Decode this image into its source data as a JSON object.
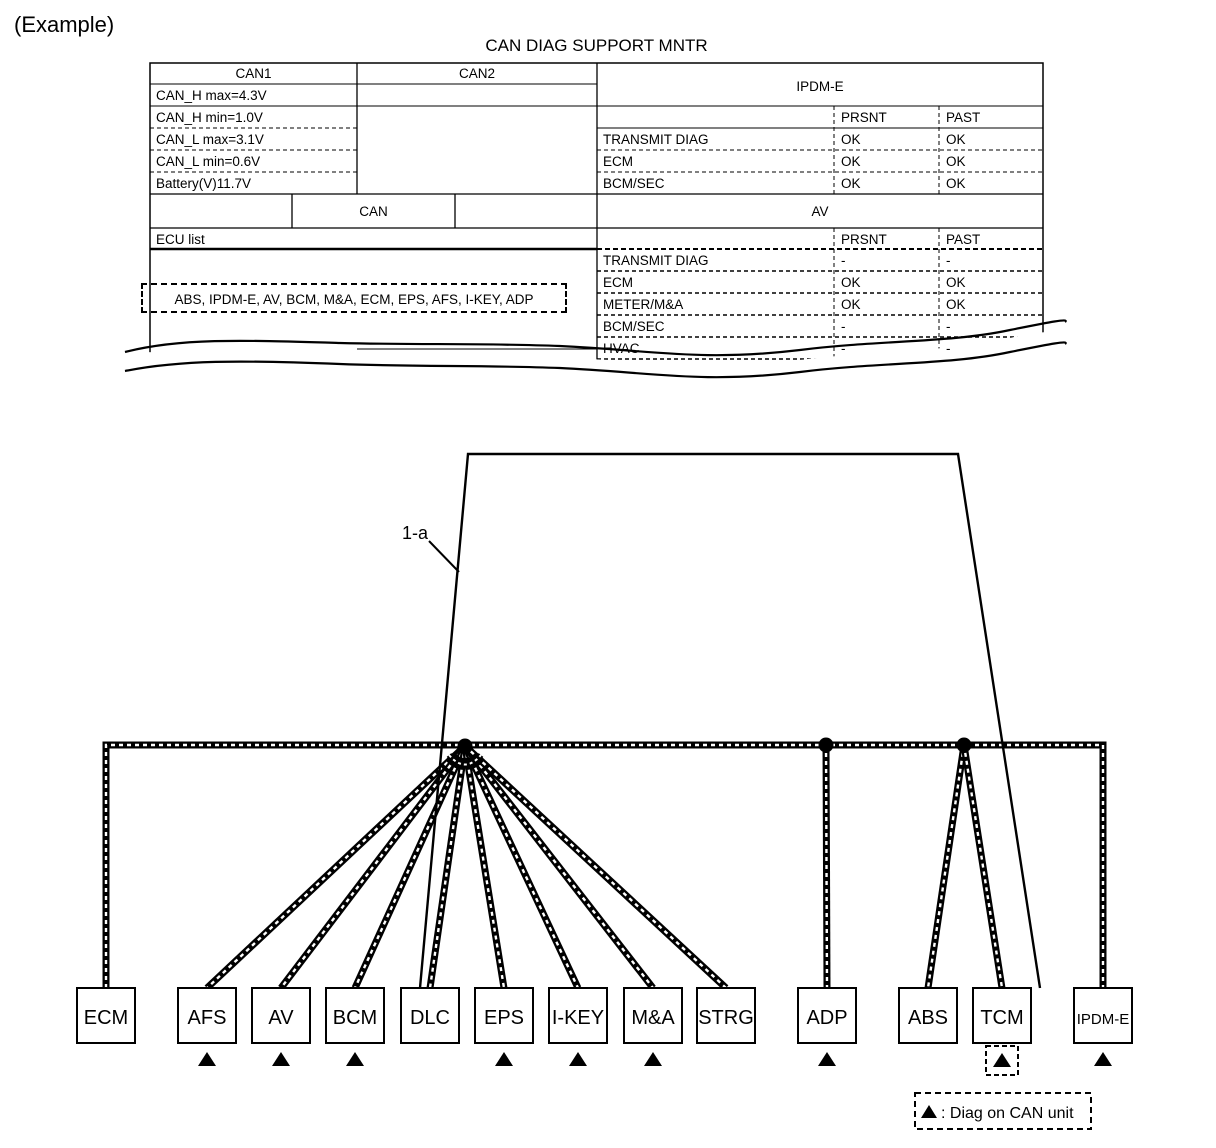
{
  "example_label": "(Example)",
  "monitor": {
    "title": "CAN DIAG SUPPORT MNTR",
    "can1_header": "CAN1",
    "can2_header": "CAN2",
    "can1_rows": [
      "CAN_H max=4.3V",
      "CAN_H min=1.0V",
      "CAN_L max=3.1V",
      "CAN_L min=0.6V",
      "Battery(V)11.7V"
    ],
    "can_header": "CAN",
    "ecu_list_label": "ECU list",
    "ecu_list": "ABS, IPDM-E, AV, BCM, M&A, ECM, EPS, AFS, I-KEY, ADP",
    "ipdm": {
      "title": "IPDM-E",
      "col_present": "PRSNT",
      "col_past": "PAST",
      "rows": [
        {
          "name": "TRANSMIT DIAG",
          "present": "OK",
          "past": "OK"
        },
        {
          "name": "ECM",
          "present": "OK",
          "past": "OK"
        },
        {
          "name": "BCM/SEC",
          "present": "OK",
          "past": "OK"
        }
      ]
    },
    "av": {
      "title": "AV",
      "col_present": "PRSNT",
      "col_past": "PAST",
      "rows": [
        {
          "name": "TRANSMIT DIAG",
          "present": "-",
          "past": "-"
        },
        {
          "name": "ECM",
          "present": "OK",
          "past": "OK"
        },
        {
          "name": "METER/M&A",
          "present": "OK",
          "past": "OK"
        },
        {
          "name": "BCM/SEC",
          "present": "-",
          "past": "-"
        },
        {
          "name": "HVAC",
          "present": "-",
          "past": "-"
        }
      ]
    }
  },
  "diagram": {
    "connector_label": "1-a",
    "units": [
      "ECM",
      "AFS",
      "AV",
      "BCM",
      "DLC",
      "EPS",
      "I-KEY",
      "M&A",
      "STRG",
      "ADP",
      "ABS",
      "TCM",
      "IPDM-E"
    ],
    "diag_units": [
      "AFS",
      "AV",
      "BCM",
      "EPS",
      "I-KEY",
      "M&A",
      "ADP",
      "IPDM-E"
    ],
    "diag_on_can_unit_units": [
      "TCM"
    ],
    "legend_text": ": Diag on CAN unit",
    "colors": {
      "line": "#000000",
      "background": "#ffffff"
    }
  }
}
